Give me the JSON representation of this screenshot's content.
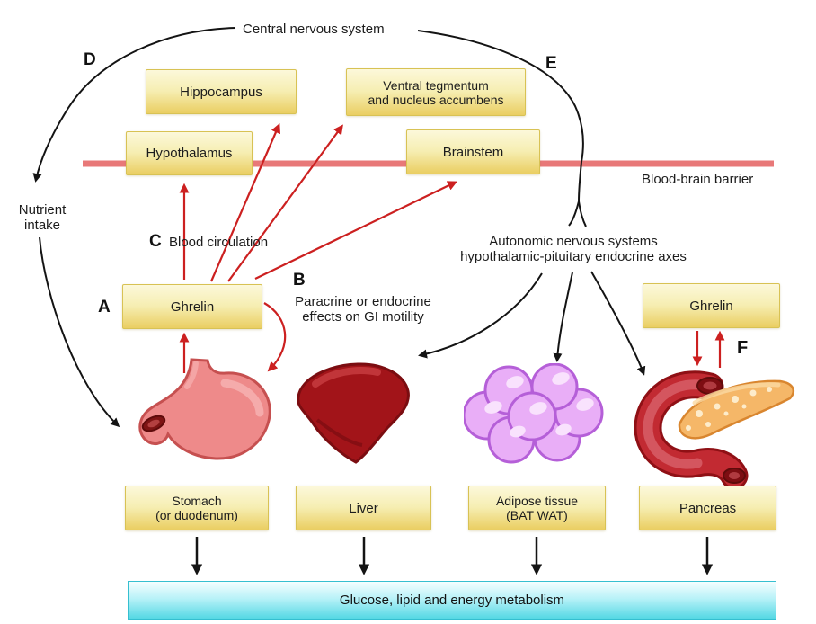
{
  "colors": {
    "arrow_red": "#cc2020",
    "arrow_black": "#141414",
    "blood_brain_barrier_line": "#e87878",
    "box_yellow_top": "#fcf8da",
    "box_yellow_bottom": "#eace62",
    "box_yellow_border": "#d8c254",
    "metabolism_box_top": "#f4feff",
    "metabolism_box_bottom": "#55d8e4",
    "metabolism_box_border": "#35bfd0"
  },
  "top": {
    "cns": "Central nervous system"
  },
  "markers": {
    "a": "A",
    "b": "B",
    "c": "C",
    "d": "D",
    "e": "E",
    "f": "F"
  },
  "brain_boxes": {
    "hippocampus": "Hippocampus",
    "ventral_line1": "Ventral tegmentum",
    "ventral_line2": "and nucleus accumbens",
    "hypothalamus": "Hypothalamus",
    "brainstem": "Brainstem"
  },
  "labels": {
    "blood_brain_barrier": "Blood-brain barrier",
    "nutrient_line1": "Nutrient",
    "nutrient_line2": "intake",
    "blood_circulation": "Blood circulation",
    "paracrine_line1": "Paracrine or endocrine",
    "paracrine_line2": "effects on GI motility",
    "autonomic_line1": "Autonomic nervous systems",
    "autonomic_line2": "hypothalamic-pituitary endocrine axes",
    "ghrelin_left": "Ghrelin",
    "ghrelin_right": "Ghrelin"
  },
  "organ_boxes": {
    "stomach_line1": "Stomach",
    "stomach_line2": "(or duodenum)",
    "liver": "Liver",
    "adipose_line1": "Adipose tissue",
    "adipose_line2": "(BAT WAT)",
    "pancreas": "Pancreas"
  },
  "organ_icons": {
    "stomach": "stomach-icon",
    "liver": "liver-icon",
    "adipose": "adipose-tissue-icon",
    "pancreas": "pancreas-icon"
  },
  "footer": {
    "metabolism": "Glucose, lipid and energy metabolism"
  }
}
